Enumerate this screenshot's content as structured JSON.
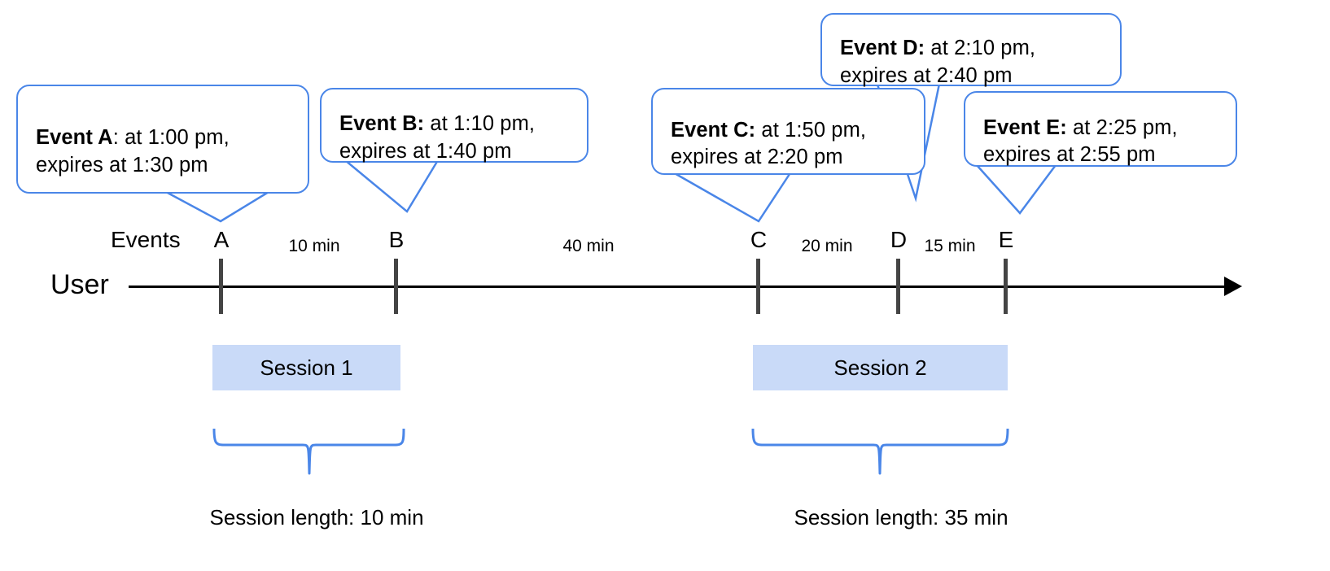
{
  "diagram": {
    "title": "Session windows from expiring events on a user timeline",
    "colors": {
      "callout_border": "#4a86e8",
      "session_fill": "#c9daf8",
      "axis": "#000000",
      "tick": "#444444",
      "text": "#000000",
      "background": "#ffffff"
    }
  },
  "axis": {
    "row_label": "User",
    "events_label": "Events"
  },
  "events": [
    {
      "id": "A",
      "tick_label": "A",
      "name": "Event A",
      "separator": ":",
      "detail": " at 1:00 pm,\nexpires at 1:30 pm",
      "start_time": "1:00 pm",
      "expires_at": "1:30 pm"
    },
    {
      "id": "B",
      "tick_label": "B",
      "name": "Event B",
      "separator": ":",
      "detail": " at 1:10 pm,\nexpires at 1:40 pm",
      "start_time": "1:10 pm",
      "expires_at": "1:40 pm"
    },
    {
      "id": "C",
      "tick_label": "C",
      "name": "Event C",
      "separator": ":",
      "detail": " at 1:50 pm,\nexpires at 2:20 pm",
      "start_time": "1:50 pm",
      "expires_at": "2:20 pm"
    },
    {
      "id": "D",
      "tick_label": "D",
      "name": "Event D",
      "separator": ":",
      "detail": " at 2:10 pm,\nexpires at 2:40 pm",
      "start_time": "2:10 pm",
      "expires_at": "2:40 pm"
    },
    {
      "id": "E",
      "tick_label": "E",
      "name": "Event E",
      "separator": ":",
      "detail": " at 2:25 pm,\nexpires at 2:55 pm",
      "start_time": "2:25 pm",
      "expires_at": "2:55 pm"
    }
  ],
  "gaps": [
    {
      "from": "A",
      "to": "B",
      "label": "10 min"
    },
    {
      "from": "B",
      "to": "C",
      "label": "40 min"
    },
    {
      "from": "C",
      "to": "D",
      "label": "20 min"
    },
    {
      "from": "D",
      "to": "E",
      "label": "15 min"
    }
  ],
  "sessions": [
    {
      "label": "Session 1",
      "caption": "Session length: 10 min",
      "length": "10 min",
      "events": [
        "A",
        "B"
      ]
    },
    {
      "label": "Session 2",
      "caption": "Session length: 35 min",
      "length": "35 min",
      "events": [
        "C",
        "D",
        "E"
      ]
    }
  ]
}
